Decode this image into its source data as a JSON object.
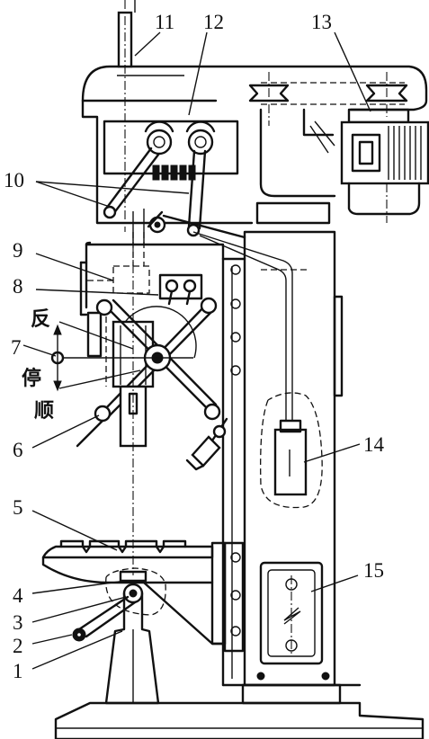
{
  "labels": {
    "l1": "1",
    "l2": "2",
    "l3": "3",
    "l4": "4",
    "l5": "5",
    "l6": "6",
    "l7": "7",
    "l8": "8",
    "l9": "9",
    "l10": "10",
    "l11": "11",
    "l12": "12",
    "l13": "13",
    "l14": "14",
    "l15": "15"
  },
  "lever_positions": {
    "reverse": "反",
    "stop": "停",
    "forward": "顺"
  }
}
